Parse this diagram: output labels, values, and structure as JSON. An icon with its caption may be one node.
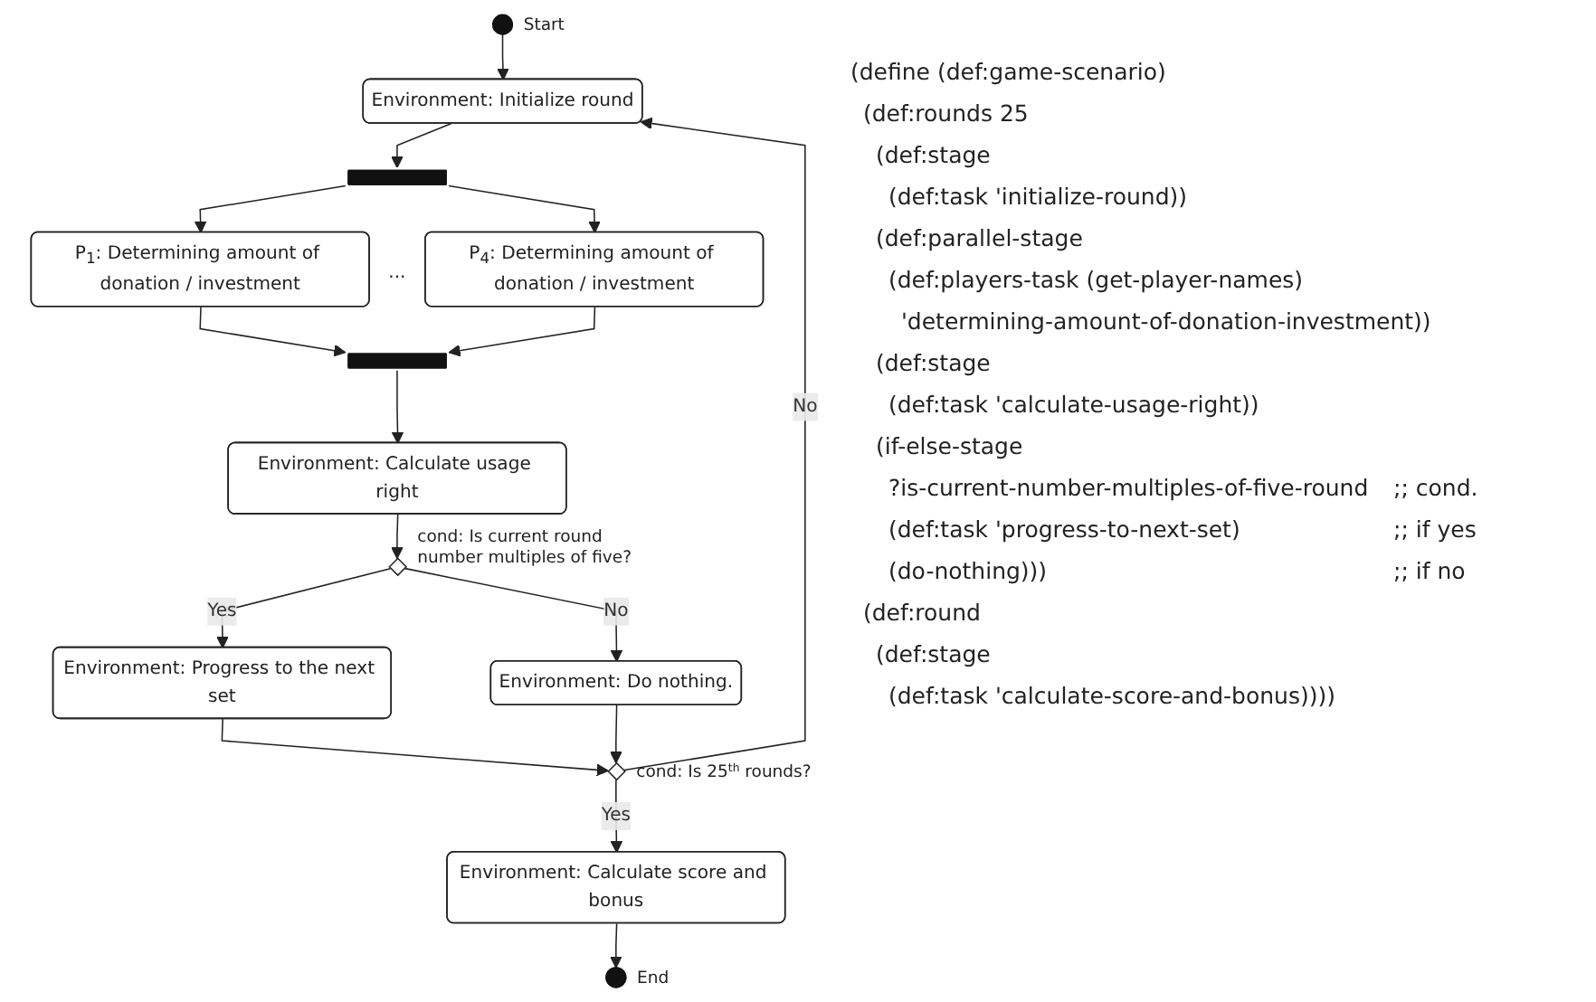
{
  "diagram": {
    "nodes": [
      {
        "text": [],
        "shape": "circle",
        "beside": [
          "Start"
        ]
      },
      {
        "text": [
          "Environment: Initialize round"
        ]
      },
      {
        "text": [],
        "shape": "bar"
      },
      {
        "text": [
          "P$_{1}$: Determining amount of donation / investment"
        ]
      },
      {
        "text": [
          "P$_{4}$: Determining amount of donation / investment"
        ]
      },
      {
        "text": [],
        "shape": "bar"
      },
      {
        "text": [
          "Environment: Calculate usage right"
        ]
      },
      {
        "text": [],
        "shape": "diamond",
        "beside": [
          "cond: Is current round number multiples of five?"
        ]
      },
      {
        "text": [
          "Environment: Progress to the next set"
        ]
      },
      {
        "text": [
          "Environment: Do nothing."
        ]
      },
      {
        "text": [],
        "shape": "diamond",
        "beside": [
          "cond: Is 25$^{th}$ rounds?"
        ]
      },
      {
        "text": [
          "Environment: Calculate score and bonus"
        ]
      },
      {
        "text": [],
        "shape": "circle",
        "beside": [
          "End"
        ]
      }
    ],
    "edges": [
      {
        "from": 0,
        "to": 1,
        "arrow": "to"
      },
      {
        "from": 1,
        "to": 2,
        "arrow": "to"
      },
      {
        "from": 2,
        "to": 3,
        "arrow": "to"
      },
      {
        "from": 2,
        "to": 4,
        "arrow": "to"
      },
      {
        "from": 3,
        "to": 5,
        "arrow": "to"
      },
      {
        "from": 4,
        "to": 5,
        "arrow": "to"
      },
      {
        "from": 5,
        "to": 6,
        "arrow": "to"
      },
      {
        "from": 6,
        "to": 7,
        "arrow": "to"
      },
      {
        "from": 7,
        "to": 8,
        "arrow": "to",
        "label": "Yes"
      },
      {
        "from": 7,
        "to": 9,
        "arrow": "to",
        "label": "No"
      },
      {
        "from": 8,
        "to": 10,
        "arrow": "to"
      },
      {
        "from": 9,
        "to": 10,
        "arrow": "to"
      },
      {
        "from": 10,
        "to": 11,
        "arrow": "to",
        "label": "Yes"
      },
      {
        "from": 10,
        "to": 1,
        "arrow": "to",
        "label": "No"
      },
      {
        "from": 11,
        "to": 12,
        "arrow": "to"
      }
    ],
    "labels": [
      "...",
      "(define (def:game-scenario)",
      "(def:rounds 25",
      "(def:stage",
      "(def:task 'initialize-round))",
      "(def:parallel-stage",
      "(def:players-task (get-player-names)",
      "'determining-amount-of-donation-investment))",
      "(def:stage",
      "(def:task 'calculate-usage-right))",
      "(if-else-stage",
      "?is-current-number-multiples-of-five-round",
      ";; cond.",
      "(def:task 'progress-to-next-set)",
      ";; if yes",
      "(do-nothing)))",
      ";; if no",
      "(def:round",
      "(def:stage",
      "(def:task 'calculate-score-and-bonus))))"
    ]
  }
}
